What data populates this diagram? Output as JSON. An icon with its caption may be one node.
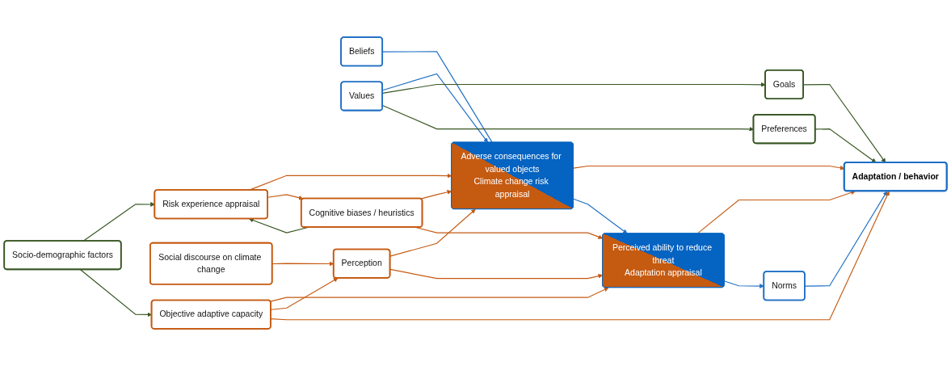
{
  "diagram": {
    "nodes": [
      {
        "text": [
          "Socio-demographic factors"
        ]
      },
      {
        "text": [
          "Risk experience appraisal"
        ]
      },
      {
        "text": [
          "Beliefs"
        ]
      },
      {
        "text": [
          "Values"
        ]
      },
      {
        "text": [
          "Adverse consequences for valued objects",
          "Climate change risk appraisal"
        ]
      },
      {
        "text": [
          "Goals"
        ]
      },
      {
        "text": [
          "Preferences"
        ]
      },
      {
        "text": [
          "Cognitive biases / heuristics"
        ]
      },
      {
        "text": [
          "Adaptation / behavior"
        ]
      },
      {
        "text": [
          "Social discourse on climate change"
        ]
      },
      {
        "text": [
          "Perception"
        ]
      },
      {
        "text": [
          "Perceived ability to reduce threat",
          "Adaptation appraisal"
        ]
      },
      {
        "text": [
          "Norms"
        ]
      },
      {
        "text": [
          "Objective adaptive capacity"
        ]
      }
    ],
    "edges": [
      {
        "from": 0,
        "to": 1,
        "arrow": "to",
        "color": "#375623"
      },
      {
        "from": 1,
        "to": 4,
        "arrow": "to"
      },
      {
        "from": 1,
        "to": 7,
        "arrow": "to"
      },
      {
        "from": 7,
        "to": 1,
        "arrow": "to",
        "color": "#375623"
      },
      {
        "from": 7,
        "to": 4,
        "arrow": "to"
      },
      {
        "from": 7,
        "to": 11,
        "arrow": "to"
      },
      {
        "from": 9,
        "to": 10,
        "arrow": "to"
      },
      {
        "from": 10,
        "to": 4,
        "arrow": "to"
      },
      {
        "from": 10,
        "to": 11,
        "arrow": "to"
      },
      {
        "from": 2,
        "to": 4,
        "arrow": "none",
        "color": "#1f6fc5"
      },
      {
        "from": 3,
        "to": 4,
        "arrow": "to",
        "color": "#1f6fc5"
      },
      {
        "from": 3,
        "to": 5,
        "arrow": "to",
        "color": "#375623"
      },
      {
        "from": 3,
        "to": 6,
        "arrow": "to",
        "color": "#375623"
      },
      {
        "from": 5,
        "to": 8,
        "arrow": "to",
        "color": "#375623"
      },
      {
        "from": 6,
        "to": 8,
        "arrow": "to",
        "color": "#375623"
      },
      {
        "from": 4,
        "to": 8,
        "arrow": "to"
      },
      {
        "from": 4,
        "to": 11,
        "arrow": "to",
        "color": "#1f6fc5"
      },
      {
        "from": 11,
        "to": 8,
        "arrow": "to"
      },
      {
        "from": 11,
        "to": 12,
        "arrow": "to",
        "color": "#1f6fc5"
      },
      {
        "from": 12,
        "to": 8,
        "arrow": "to",
        "color": "#1f6fc5"
      },
      {
        "from": 13,
        "to": 11,
        "arrow": "to"
      },
      {
        "from": 13,
        "to": 10,
        "arrow": "to"
      },
      {
        "from": 13,
        "to": 8,
        "arrow": "to"
      },
      {
        "from": 0,
        "to": 13,
        "arrow": "to",
        "color": "#375623"
      }
    ]
  }
}
